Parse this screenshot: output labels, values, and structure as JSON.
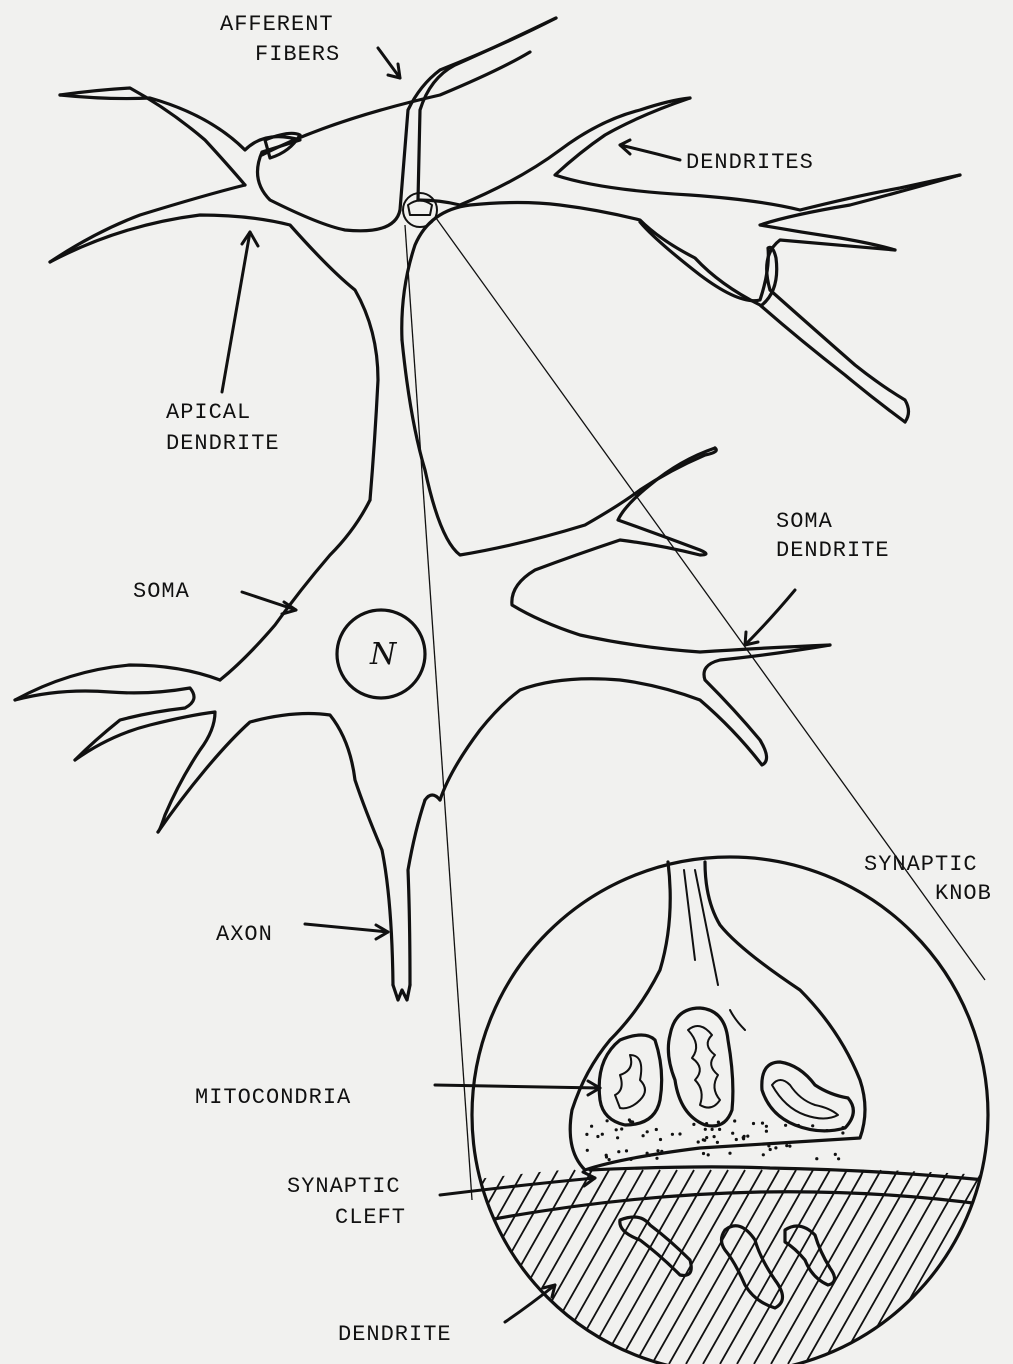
{
  "diagram": {
    "labels": {
      "afferent_1": "AFFERENT",
      "afferent_2": "FIBERS",
      "dendrites": "DENDRITES",
      "apical_1": "APICAL",
      "apical_2": "DENDRITE",
      "soma_dendrite_1": "SOMA",
      "soma_dendrite_2": "DENDRITE",
      "soma": "SOMA",
      "nucleus": "N",
      "synaptic_knob_1": "SYNAPTIC",
      "synaptic_knob_2": "KNOB",
      "axon": "AXON",
      "mitocondria": "MITOCONDRIA",
      "synaptic_cleft_1": "SYNAPTIC",
      "synaptic_cleft_2": "CLEFT",
      "dendrite": "DENDRITE"
    }
  }
}
